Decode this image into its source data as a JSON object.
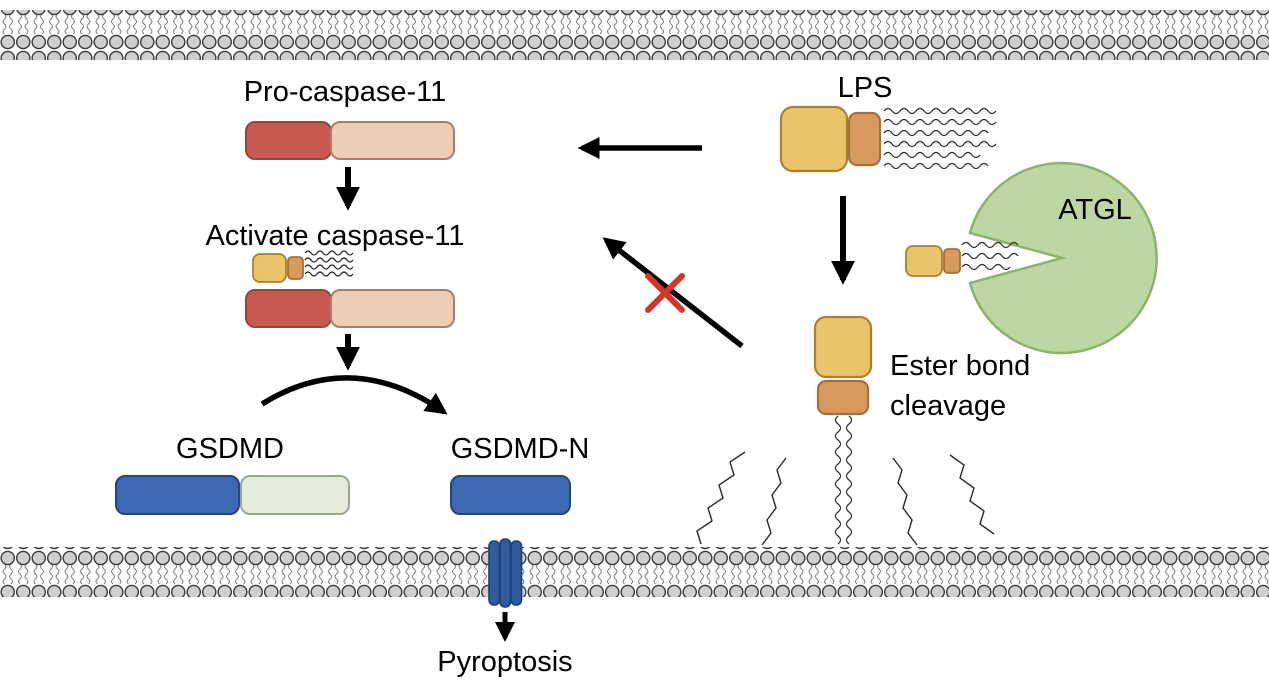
{
  "labels": {
    "pro_caspase11": "Pro-caspase-11",
    "activate_caspase11": "Activate caspase-11",
    "gsdmd": "GSDMD",
    "gsdmd_n": "GSDMD-N",
    "pyroptosis": "Pyroptosis",
    "lps": "LPS",
    "atgl": "ATGL",
    "ester_bond_line1": "Ester bond",
    "ester_bond_line2": "cleavage"
  },
  "colors": {
    "caspase_catalytic_red": "#c75a4e",
    "caspase_card_tan": "#edcdb4",
    "lps_lipid_a_yellow": "#e9c46a",
    "lps_core_orange": "#d89a5c",
    "gsdmd_n_blue": "#3d68b2",
    "gsdmd_c_pale_green": "#e4ecdc",
    "atgl_green": "#bdd7a3",
    "membrane_head_gray": "#cfcfcf",
    "pore_blue": "#2e5c9c",
    "inhibition_red": "#d6342a",
    "arrow_black": "#000000"
  }
}
